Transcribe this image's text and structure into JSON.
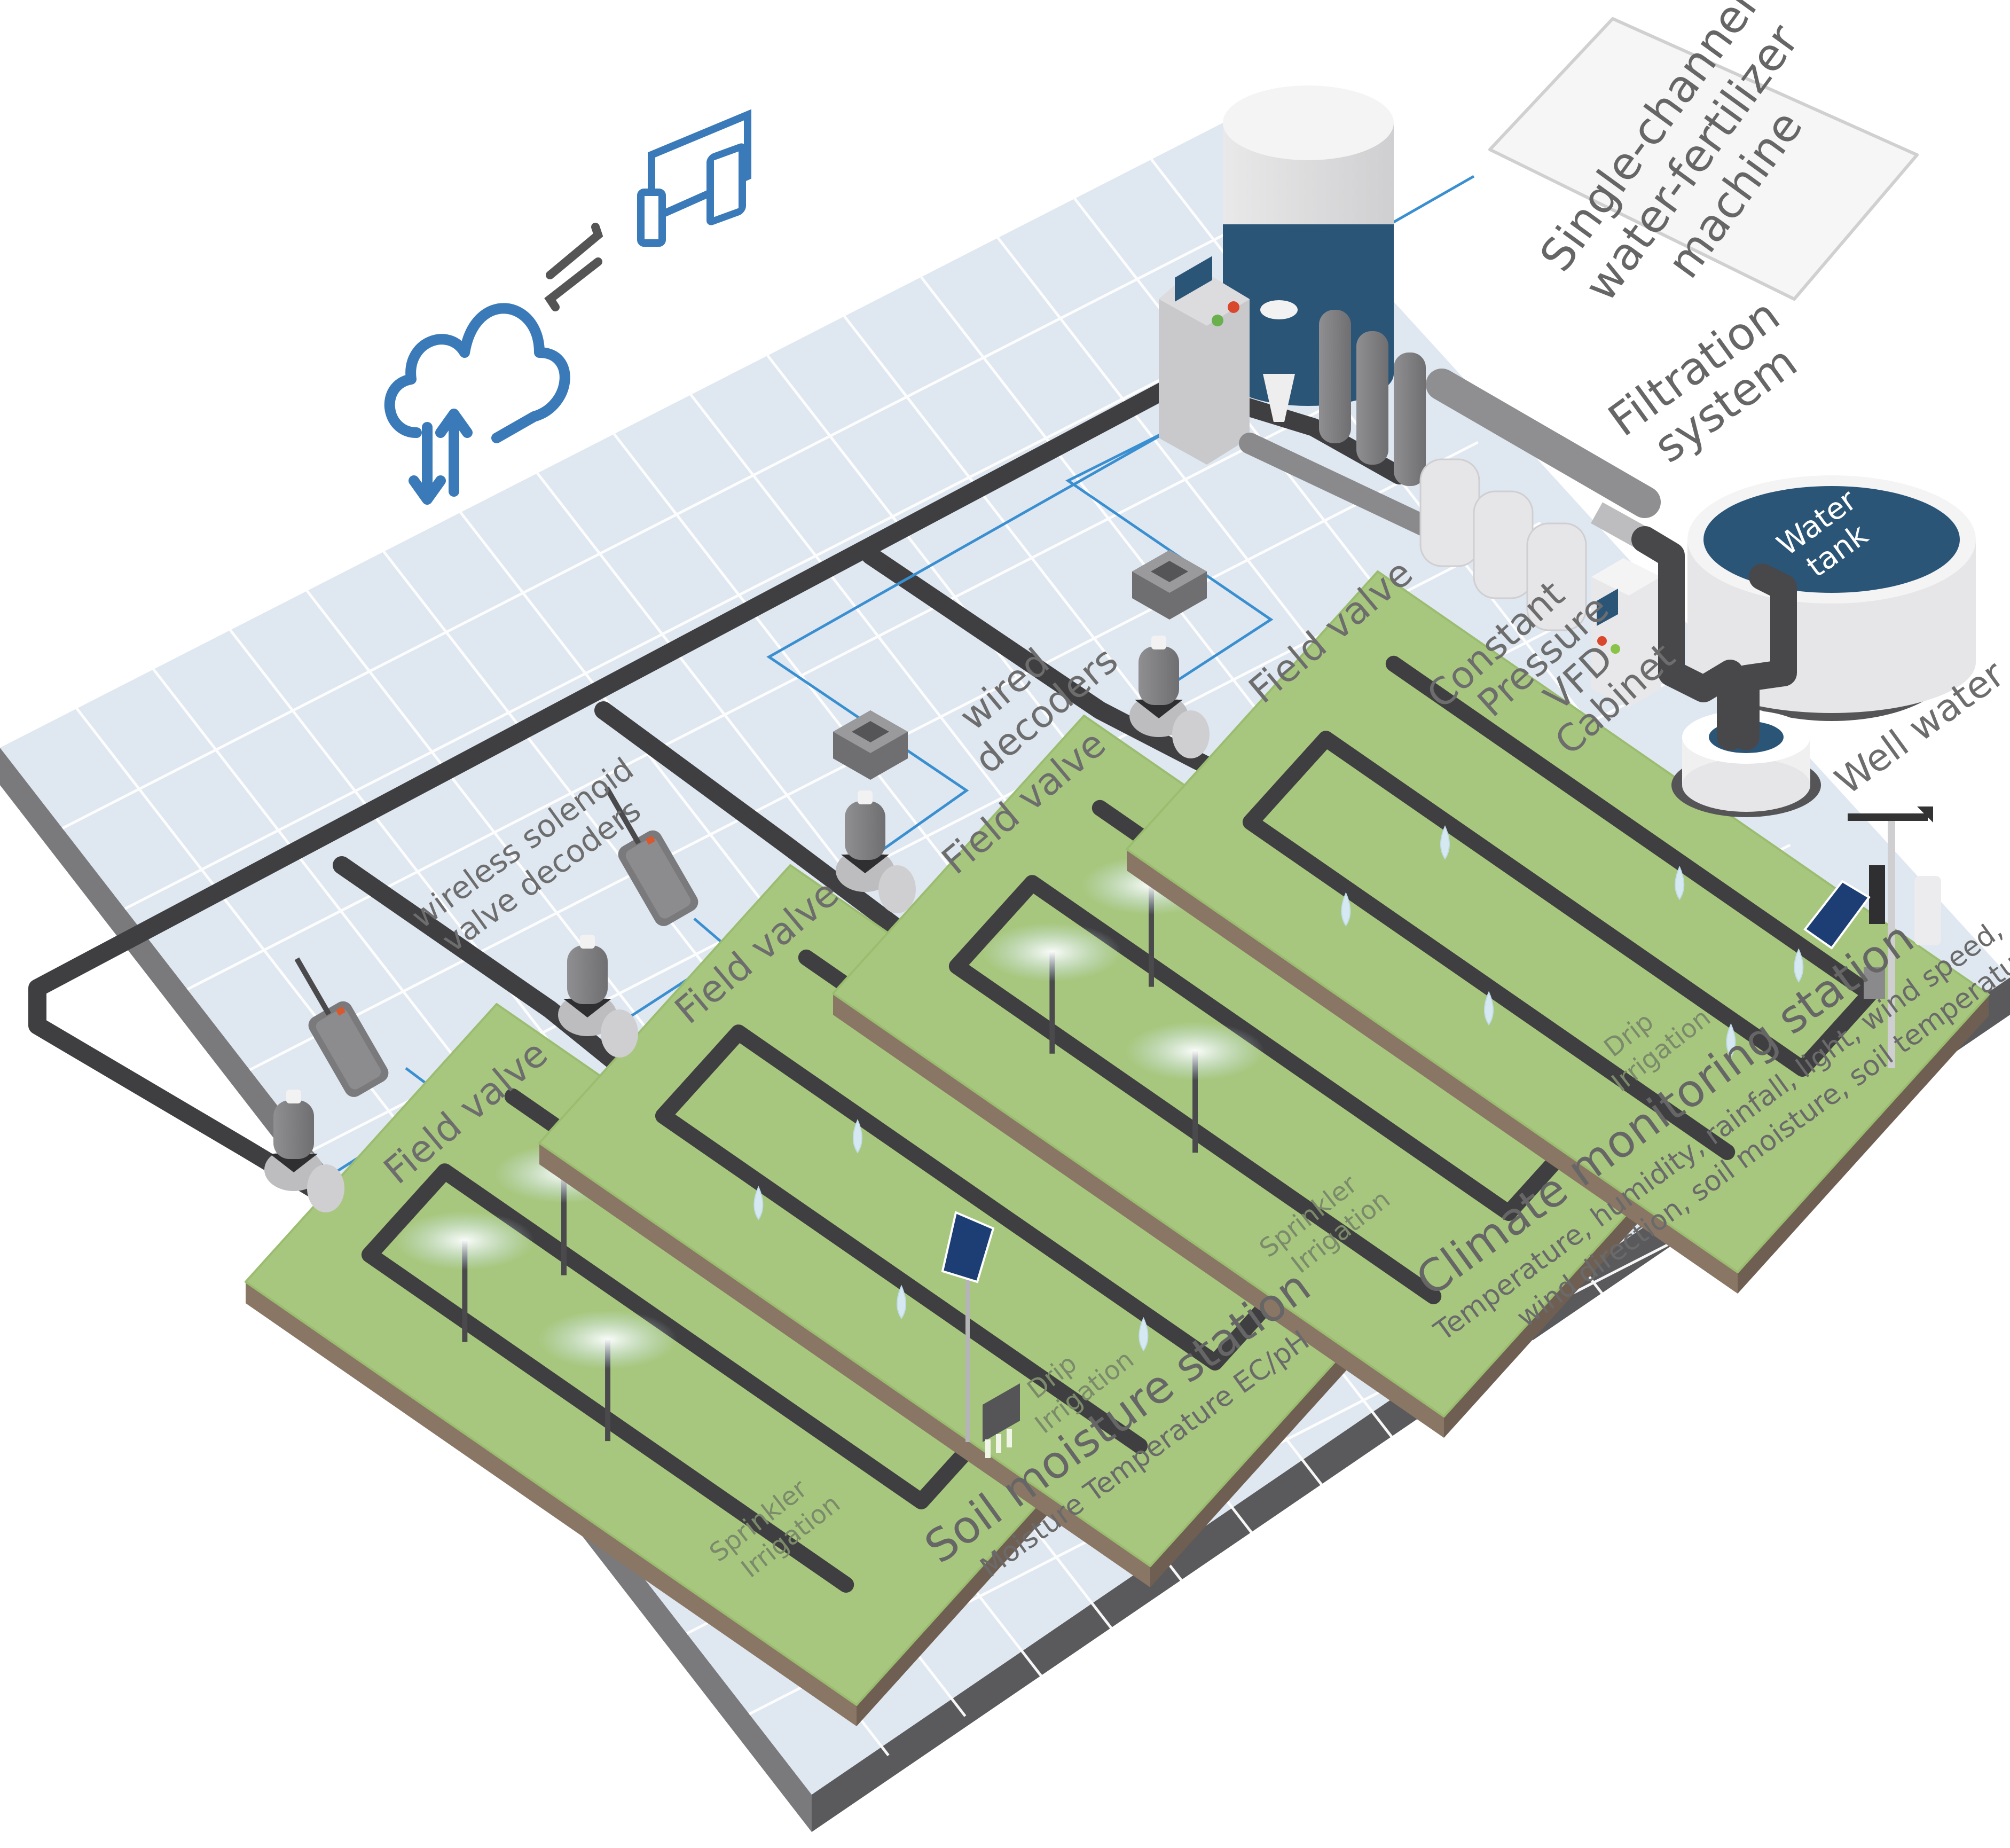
{
  "diagram": {
    "title": "Smart irrigation system",
    "colors": {
      "ground": "#dfe7f1",
      "ground_edge": "#6a6a6a",
      "grid_line": "#ffffff",
      "pipe": "#3f3f41",
      "signal_wire": "#3a8fd0",
      "field_green": "#a8c77e",
      "field_soil": "#8a7665",
      "equipment_blue": "#2b5577",
      "equipment_gray": "#9a9a9c",
      "icon_blue": "#3a7ab8",
      "text_gray": "#6b6b6b"
    },
    "cloud": {
      "icon": "cloud-upload-download-icon",
      "exchange_icon": "bidirectional-arrows-icon",
      "devices_icon": "multi-device-icon"
    },
    "callouts": {
      "fertilizer_machine": "Single-channel water-fertilizer machine",
      "fertilizer_lines": [
        "Single-channel",
        "water-fertilizer",
        "machine"
      ],
      "filtration": [
        "Filtration",
        "system"
      ],
      "water_tank": [
        "Water",
        "tank"
      ],
      "vfd_cabinet": [
        "Constant",
        "Pressure",
        "VFD",
        "Cabinet"
      ],
      "well_water": "Well water",
      "wired_decoders": [
        "wired",
        "decoders"
      ],
      "wireless_decoders": [
        "wireless solenoid",
        "valve decoders"
      ],
      "field_valve": "Field valve",
      "soil_station_title": "Soil moisture station",
      "soil_station_sub": "Moisture Temperature EC/pH",
      "climate_station_title": "Climate monitoring station",
      "climate_station_sub1": "Temperature, humidity, rainfall, light, wind speed,",
      "climate_station_sub2": "wind direction, soil moisture, soil temperature"
    },
    "plots": [
      {
        "name": "plot-1",
        "type": [
          "Sprinkler",
          "Irrigation"
        ]
      },
      {
        "name": "plot-2",
        "type": [
          "Drip",
          "Irrigation"
        ]
      },
      {
        "name": "plot-3",
        "type": [
          "Sprinkler",
          "Irrigation"
        ]
      },
      {
        "name": "plot-4",
        "type": [
          "Drip",
          "Irrigation"
        ]
      }
    ]
  }
}
